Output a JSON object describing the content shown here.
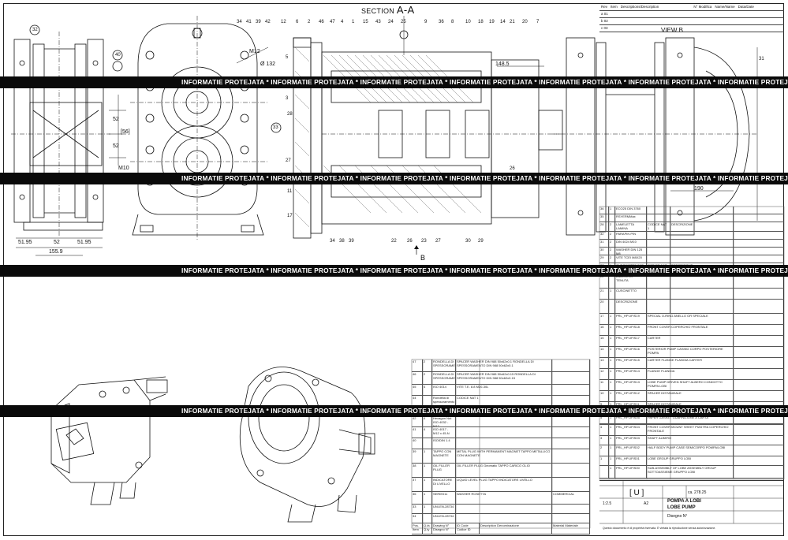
{
  "drawing": {
    "section_label_prefix": "SECTION",
    "section_label": "A-A",
    "view_label": "VIEW B",
    "section_b_label": "B",
    "watermark": "INFORMATIE PROTEJATA * INFORMATIE PROTEJATA * INFORMATIE PROTEJATA * INFORMATIE PROTEJATA * INFORMATIE PROTEJATA * INFORMATIE PROTEJATA * INFORMATIE PROTEJATA"
  },
  "revisions": {
    "header": [
      "Rev",
      "Item",
      "Descriptions/Description",
      "N° Modifica",
      "Name/Name",
      "Data/Date"
    ],
    "rows": [
      "a 01",
      "b 02",
      "c 03"
    ]
  },
  "dimensions": {
    "d1": "148.5",
    "d2": "190",
    "d3": "51.95",
    "d4": "52",
    "d5": "51.95",
    "d6": "155.9",
    "d7": "M12",
    "d8": "M10",
    "d9": "[56]",
    "d10": "52",
    "d11": "52",
    "d12": "Ø 132"
  },
  "balloons_top": [
    "34",
    "41",
    "39",
    "42",
    "12",
    "6",
    "2",
    "46",
    "47",
    "4",
    "1",
    "15",
    "43",
    "24",
    "25",
    "9",
    "36",
    "8",
    "10",
    "18",
    "19",
    "14",
    "21",
    "20",
    "7"
  ],
  "balloons_bottom": [
    "34",
    "38",
    "39",
    "22",
    "26",
    "23",
    "27",
    "30",
    "29"
  ],
  "balloons_side": [
    "32",
    "40",
    "33",
    "5",
    "3",
    "27",
    "11",
    "17",
    "28",
    "26",
    "31"
  ],
  "bom_right": [
    [
      "36",
      "1",
      "ECO25 DIN 3760",
      "",
      ""
    ],
    [
      "35",
      "",
      "RSYERMMax",
      "",
      ""
    ],
    [
      "28",
      "2",
      "LAMELETTA\nLAMINA",
      "CODICE NAT 1",
      "DESCRIZIONE"
    ],
    [
      "32",
      "2",
      "PARAPIN\nPIN",
      "",
      ""
    ],
    [
      "31",
      "2",
      "DIN 4024 M10",
      "",
      ""
    ],
    [
      "30",
      "2",
      "WASHER\nDIN 125 M8",
      "",
      ""
    ],
    [
      "29",
      "2",
      "VITE TCEI\nM8X20",
      "",
      ""
    ],
    [
      "27",
      "1",
      "CUSCINETTO SKF",
      "CODICE NAT 1",
      "DESCRIZIONE"
    ],
    [
      "22",
      "",
      "ANELLO DI TENUTA",
      "",
      ""
    ],
    [
      "21",
      "1",
      "CUSCINETTO",
      "",
      ""
    ],
    [
      "20",
      "",
      "DESCRIZIONE",
      "",
      ""
    ],
    [
      "17",
      "1",
      "PRL_HPI-IFIS19",
      "SPECIAL O-RING\nANELLO OR SPECIALE",
      ""
    ],
    [
      "16",
      "1",
      "PRL_HPI-IFIS18",
      "FRONT COVER\nCOPERCHIO FRONTALE",
      ""
    ],
    [
      "15",
      "1",
      "PRL_HPI-IFIS17",
      "CARTER",
      ""
    ],
    [
      "14",
      "1",
      "PRL_HPI-IFIS16",
      "POSTERIOR PUMP CASING\nCORPO POSTERIORE POMPA",
      ""
    ],
    [
      "13",
      "1",
      "PRL_HPI-IFIS15",
      "CARTER FLANGE\nFLANGIA CARTER",
      ""
    ],
    [
      "12",
      "1",
      "PRL_HPI-IFIS14",
      "FLANGE\nFLANGIA",
      ""
    ],
    [
      "11",
      "1",
      "PRL_HPI-IFIS13",
      "LOBE PUMP DRIVEN SHAFT\nALBERO CONDOTTO POMPA LOBI",
      ""
    ],
    [
      "10",
      "1",
      "PRL_HPI-IFIS12",
      "SPACER\nDISTANZIALE",
      ""
    ],
    [
      "9",
      "1",
      "PRL_HPI-IFIS11",
      "SPACER\nDISTANZIALE",
      ""
    ],
    [
      "8",
      "1",
      "PRL_HPI-IFIS10",
      "GEAR\nRUOTA DENTATA",
      ""
    ]
  ],
  "bom_lower": [
    [
      "5",
      "1",
      "PRL_HPI-IFIS05",
      "PAPER GASKET\nGUARNIZIONE A CARTA",
      ""
    ],
    [
      "4",
      "1",
      "PRL_HPI-IFIS04",
      "FRONT COVER MOUNT SHEET\nPIASTRA COPERCHIO FRONTALE",
      ""
    ],
    [
      "3",
      "1",
      "PRL_HPI-IFIS03",
      "SHAFT\nALBERO",
      ""
    ],
    [
      "2",
      "1",
      "PRL_HPI-IFIS02",
      "HALF BODY PUMP CASE\nSEMICORPO POMPA/LOBI",
      ""
    ],
    [
      "1",
      "1",
      "PRL_HPI-IFIS01",
      "LOBE GROUP\nGRUPPO LOBI",
      ""
    ],
    [
      "",
      "1",
      "PRL_HPI-IFIS00",
      "SUB-ASSEMBLY OF LOBE ASSEMBLY GROUP\nSOTTOASSIEME GRUPPO LOBI",
      ""
    ]
  ],
  "bom_mid": [
    [
      "47",
      "2",
      "RONDELLA DI SPESSORAMENTO",
      "SPACER WASHER DIN 988 50x62x0.1\nRONDELLA DI SPESSORAMENTO DIN 988 50x62x0.1",
      ""
    ],
    [
      "46",
      "2",
      "RONDELLA DI SPESSORAMENTO",
      "SPACER WASHER DIN 988 50x62x0.15\nRONDELLA DI SPESSORAMENTO DIN 988 50x62x0.15",
      ""
    ],
    [
      "45",
      "4",
      "ISO 4014",
      "VITE T.E. 8.8 M20-30L",
      ""
    ],
    [
      "44",
      "",
      "Rondella di spessoramento",
      "CODICE NAT 1",
      ""
    ],
    [
      "42",
      "4",
      "Hexagon Nut ISO 4032 - M12",
      "",
      ""
    ],
    [
      "41",
      "4",
      "ISO 4017 - M12 x 45-N",
      "",
      ""
    ],
    [
      "40",
      "",
      "ISO/DIN 1.4",
      "",
      ""
    ],
    [
      "39",
      "1",
      "TAPPO CON MAGNETE",
      "METAL PLUG WITH PERMANENT MAGNET\nTAPPO METALLICO CON MAGNETE",
      ""
    ],
    [
      "38",
      "1",
      "OIL FILLER PLUG",
      "OIL FILLER PLUG Geomatic\nTAPPO CARICO OLIO",
      ""
    ],
    [
      "37",
      "1",
      "INDICATORE DI LIVELLO",
      "LIQUID LEVEL PLUG\nTAPPO INDICATORE LIVELLO",
      ""
    ],
    [
      "36",
      "1",
      "SERIE011",
      "WASHER\nROSETTA",
      "COMMERCIAL"
    ],
    [
      "33",
      "1",
      "UNI-EN-28734",
      "",
      ""
    ],
    [
      "34",
      "",
      "UNI-EN-28734",
      "",
      ""
    ]
  ],
  "bom_header": [
    "Pos.\nItem",
    "Q.tà\nQ.ty",
    "Drawing N°\nDisegno N°",
    "ID Code\nCodice ID",
    "Description\nDenominazione",
    "Material\nMateriale"
  ],
  "title_block": {
    "company": "[ U ]",
    "title_it": "POMPA A LOBI",
    "title_en": "LOBE PUMP",
    "scale": "1:2.5",
    "sheet": "A2",
    "drawing_label": "Disegno N°",
    "mass": "ca. 278.25",
    "note": "Questo documento è di proprietà riservata. È vietata la riproduzione senza autorizzazione."
  }
}
